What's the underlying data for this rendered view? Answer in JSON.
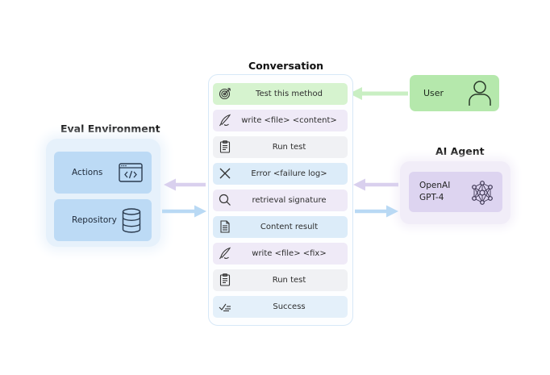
{
  "titles": {
    "conversation": "Conversation",
    "eval_environment": "Eval Environment",
    "ai_agent": "AI Agent"
  },
  "conversation": {
    "messages": [
      {
        "label": "Test this method",
        "icon": "target-icon",
        "color": "green"
      },
      {
        "label": "write <file> <content>",
        "icon": "quill-icon",
        "color": "purple"
      },
      {
        "label": "Run test",
        "icon": "clipboard-icon",
        "color": "gray"
      },
      {
        "label": "Error <failure log>",
        "icon": "cross-icon",
        "color": "blue"
      },
      {
        "label": "retrieval signature",
        "icon": "magnifier-icon",
        "color": "purple"
      },
      {
        "label": "Content result",
        "icon": "document-icon",
        "color": "blue"
      },
      {
        "label": "write <file> <fix>",
        "icon": "quill-icon",
        "color": "purple"
      },
      {
        "label": "Run test",
        "icon": "clipboard-icon",
        "color": "gray"
      },
      {
        "label": "Success",
        "icon": "check-icon",
        "color": "lblue"
      }
    ]
  },
  "eval_environment": {
    "actions_label": "Actions",
    "repository_label": "Repository"
  },
  "user": {
    "label": "User"
  },
  "agent": {
    "line1": "OpenAI",
    "line2": "GPT-4"
  },
  "colors": {
    "user_green": "#b5e8ac",
    "eval_blue": "#bcdaf5",
    "agent_purple": "#ddd4f0",
    "arrow_green": "#c9efc3",
    "arrow_blue": "#b9d9f4",
    "arrow_purple": "#d9d0ee"
  }
}
